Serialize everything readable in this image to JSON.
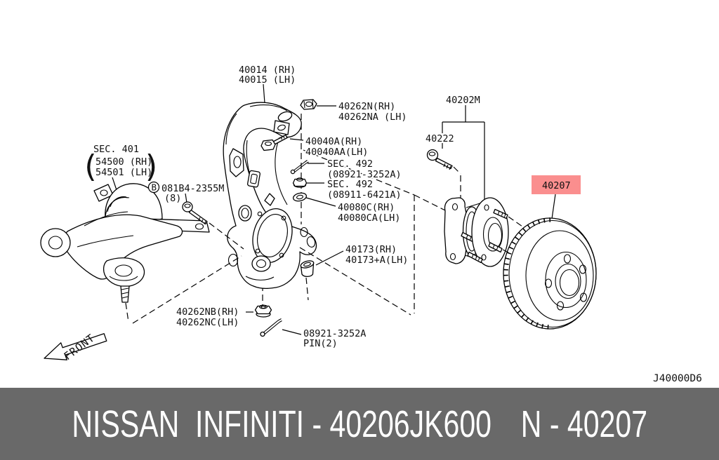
{
  "diagram": {
    "drawing_code": "J40000D6",
    "front_label": "FRONT",
    "highlight": {
      "part": "40207",
      "color": "#fa8e8e"
    },
    "labels": {
      "knuckle": {
        "l1": "40014 (RH)",
        "l2": "40015 (LH)"
      },
      "nut_upper": {
        "l1": "40262N(RH)",
        "l2": "40262NA (LH)"
      },
      "bolt_upper": {
        "l1": "40040A(RH)",
        "l2": "40040AA(LH)"
      },
      "sec492_pin": {
        "l1": "SEC. 492",
        "l2": "(08921-3252A)"
      },
      "sec492_nut": {
        "l1": "SEC. 492",
        "l2": "(08911-6421A)"
      },
      "washer": {
        "l1": "40080C(RH)",
        "l2": "40080CA(LH)"
      },
      "stopper": {
        "l1": "40173(RH)",
        "l2": "40173+A(LH)"
      },
      "sec401": {
        "l1": "SEC. 401",
        "l2": "54500 (RH)",
        "l3": "54501 (LH)",
        "paren_open": "(",
        "paren_close": ")"
      },
      "bolt_b": {
        "badge": "B",
        "l1": "081B4-2355M",
        "l2": "(8)"
      },
      "nut_lower": {
        "l1": "40262NB(RH)",
        "l2": "40262NC(LH)"
      },
      "pin_lower": {
        "l1": "08921-3252A",
        "l2": "PIN(2)"
      },
      "hub": {
        "l1": "40202M"
      },
      "hub_bolt": {
        "l1": "40222"
      },
      "rotor": {
        "l1": "40207"
      }
    }
  },
  "footer": {
    "left": "NISSAN  INFINITI - 40206JK600",
    "right": "N - 40207",
    "bg_color": "#696969",
    "text_color": "#ffffff"
  }
}
